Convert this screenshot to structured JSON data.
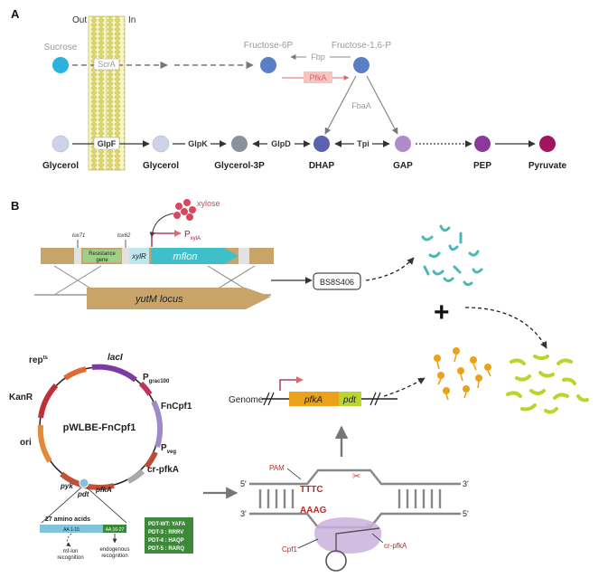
{
  "panelA": {
    "label": "A",
    "membrane": {
      "out": "Out",
      "in": "In"
    },
    "compounds": {
      "sucrose": "Sucrose",
      "fructose6p": "Fructose-6P",
      "fructose16p": "Fructose-1,6-P",
      "glycerolOut": "Glycerol",
      "glycerolIn": "Glycerol",
      "glycerol3p": "Glycerol-3P",
      "dhap": "DHAP",
      "gap": "GAP",
      "pep": "PEP",
      "pyruvate": "Pyruvate"
    },
    "enzymes": {
      "scra": "ScrA",
      "fbp": "Fbp",
      "pfka": "PfkA",
      "fbaa": "FbaA",
      "glpf": "GlpF",
      "glpk": "GlpK",
      "glpd": "GlpD",
      "tpi": "Tpi"
    },
    "colors": {
      "sucrose": "#2bb3e0",
      "fructose": "#5b7fc4",
      "glycerol": "#cfd3ea",
      "glycerol3p": "#8c8f9c",
      "dhap": "#5b63b0",
      "gap": "#b08ac9",
      "pep": "#8a3a9c",
      "pyruvate": "#a1145e",
      "pfkaBox": "#f6c3c0",
      "membrane": "#e8e58a"
    }
  },
  "panelB": {
    "label": "B",
    "xylose": "xylose",
    "construct": {
      "lox71": "lox71",
      "lox62": "lox62",
      "resistance1": "Resistance",
      "resistance2": "gene",
      "xylR": "xylR",
      "mflon": "mflon",
      "pxyl": "P",
      "pxylSub": "xylA",
      "locus": "yutM locus"
    },
    "strain": "BS8S406",
    "plus": "+",
    "plasmid": {
      "name": "pWLBE-FnCpf1",
      "rep": "rep",
      "repSup": "ts",
      "lacI": "lacI",
      "pgrac": "P",
      "pgracSub": "grac100",
      "fncpf1": "FnCpf1",
      "pveg": "P",
      "pvegSub": "veg",
      "crpfka": "cr-pfkA",
      "kanr": "KanR",
      "ori": "ori",
      "pyk": "pyk",
      "pdt": "pdt",
      "pfka": "pfkA"
    },
    "tag": {
      "aa": "27 amino acids",
      "seg1": "AA 1-15",
      "seg2": "AA 16-27",
      "mf": "mf-lon",
      "mf2": "recognition",
      "endo": "endogenous",
      "endo2": "recognition"
    },
    "variants": [
      "PDT-WT: YAFA",
      "PDT-3 : RRRV",
      "PDT-4 : HAQP",
      "PDT-5 : RARQ"
    ],
    "genome": {
      "label": "Genome",
      "pfka": "pfkA",
      "pdt": "pdt"
    },
    "crispr": {
      "five1": "5'",
      "three1": "3'",
      "three2": "3'",
      "five2": "5'",
      "pam": "PAM",
      "tttc": "TTTC",
      "aaag": "AAAG",
      "cpf1": "Cpf1",
      "crpfka": "cr-pfkA"
    },
    "colors": {
      "chromosome": "#c9a46a",
      "mflon": "#3fbfc7",
      "resistance": "#9fd08a",
      "promoter": "#a0194a",
      "xylose": "#d9465e",
      "bacteriaTeal": "#49b9b6",
      "bacteriaOrange": "#eba21a",
      "bacteriaGreen": "#b8d62c",
      "variantBox": "#3c8a37",
      "cpf1": "#c9b0dd"
    }
  }
}
